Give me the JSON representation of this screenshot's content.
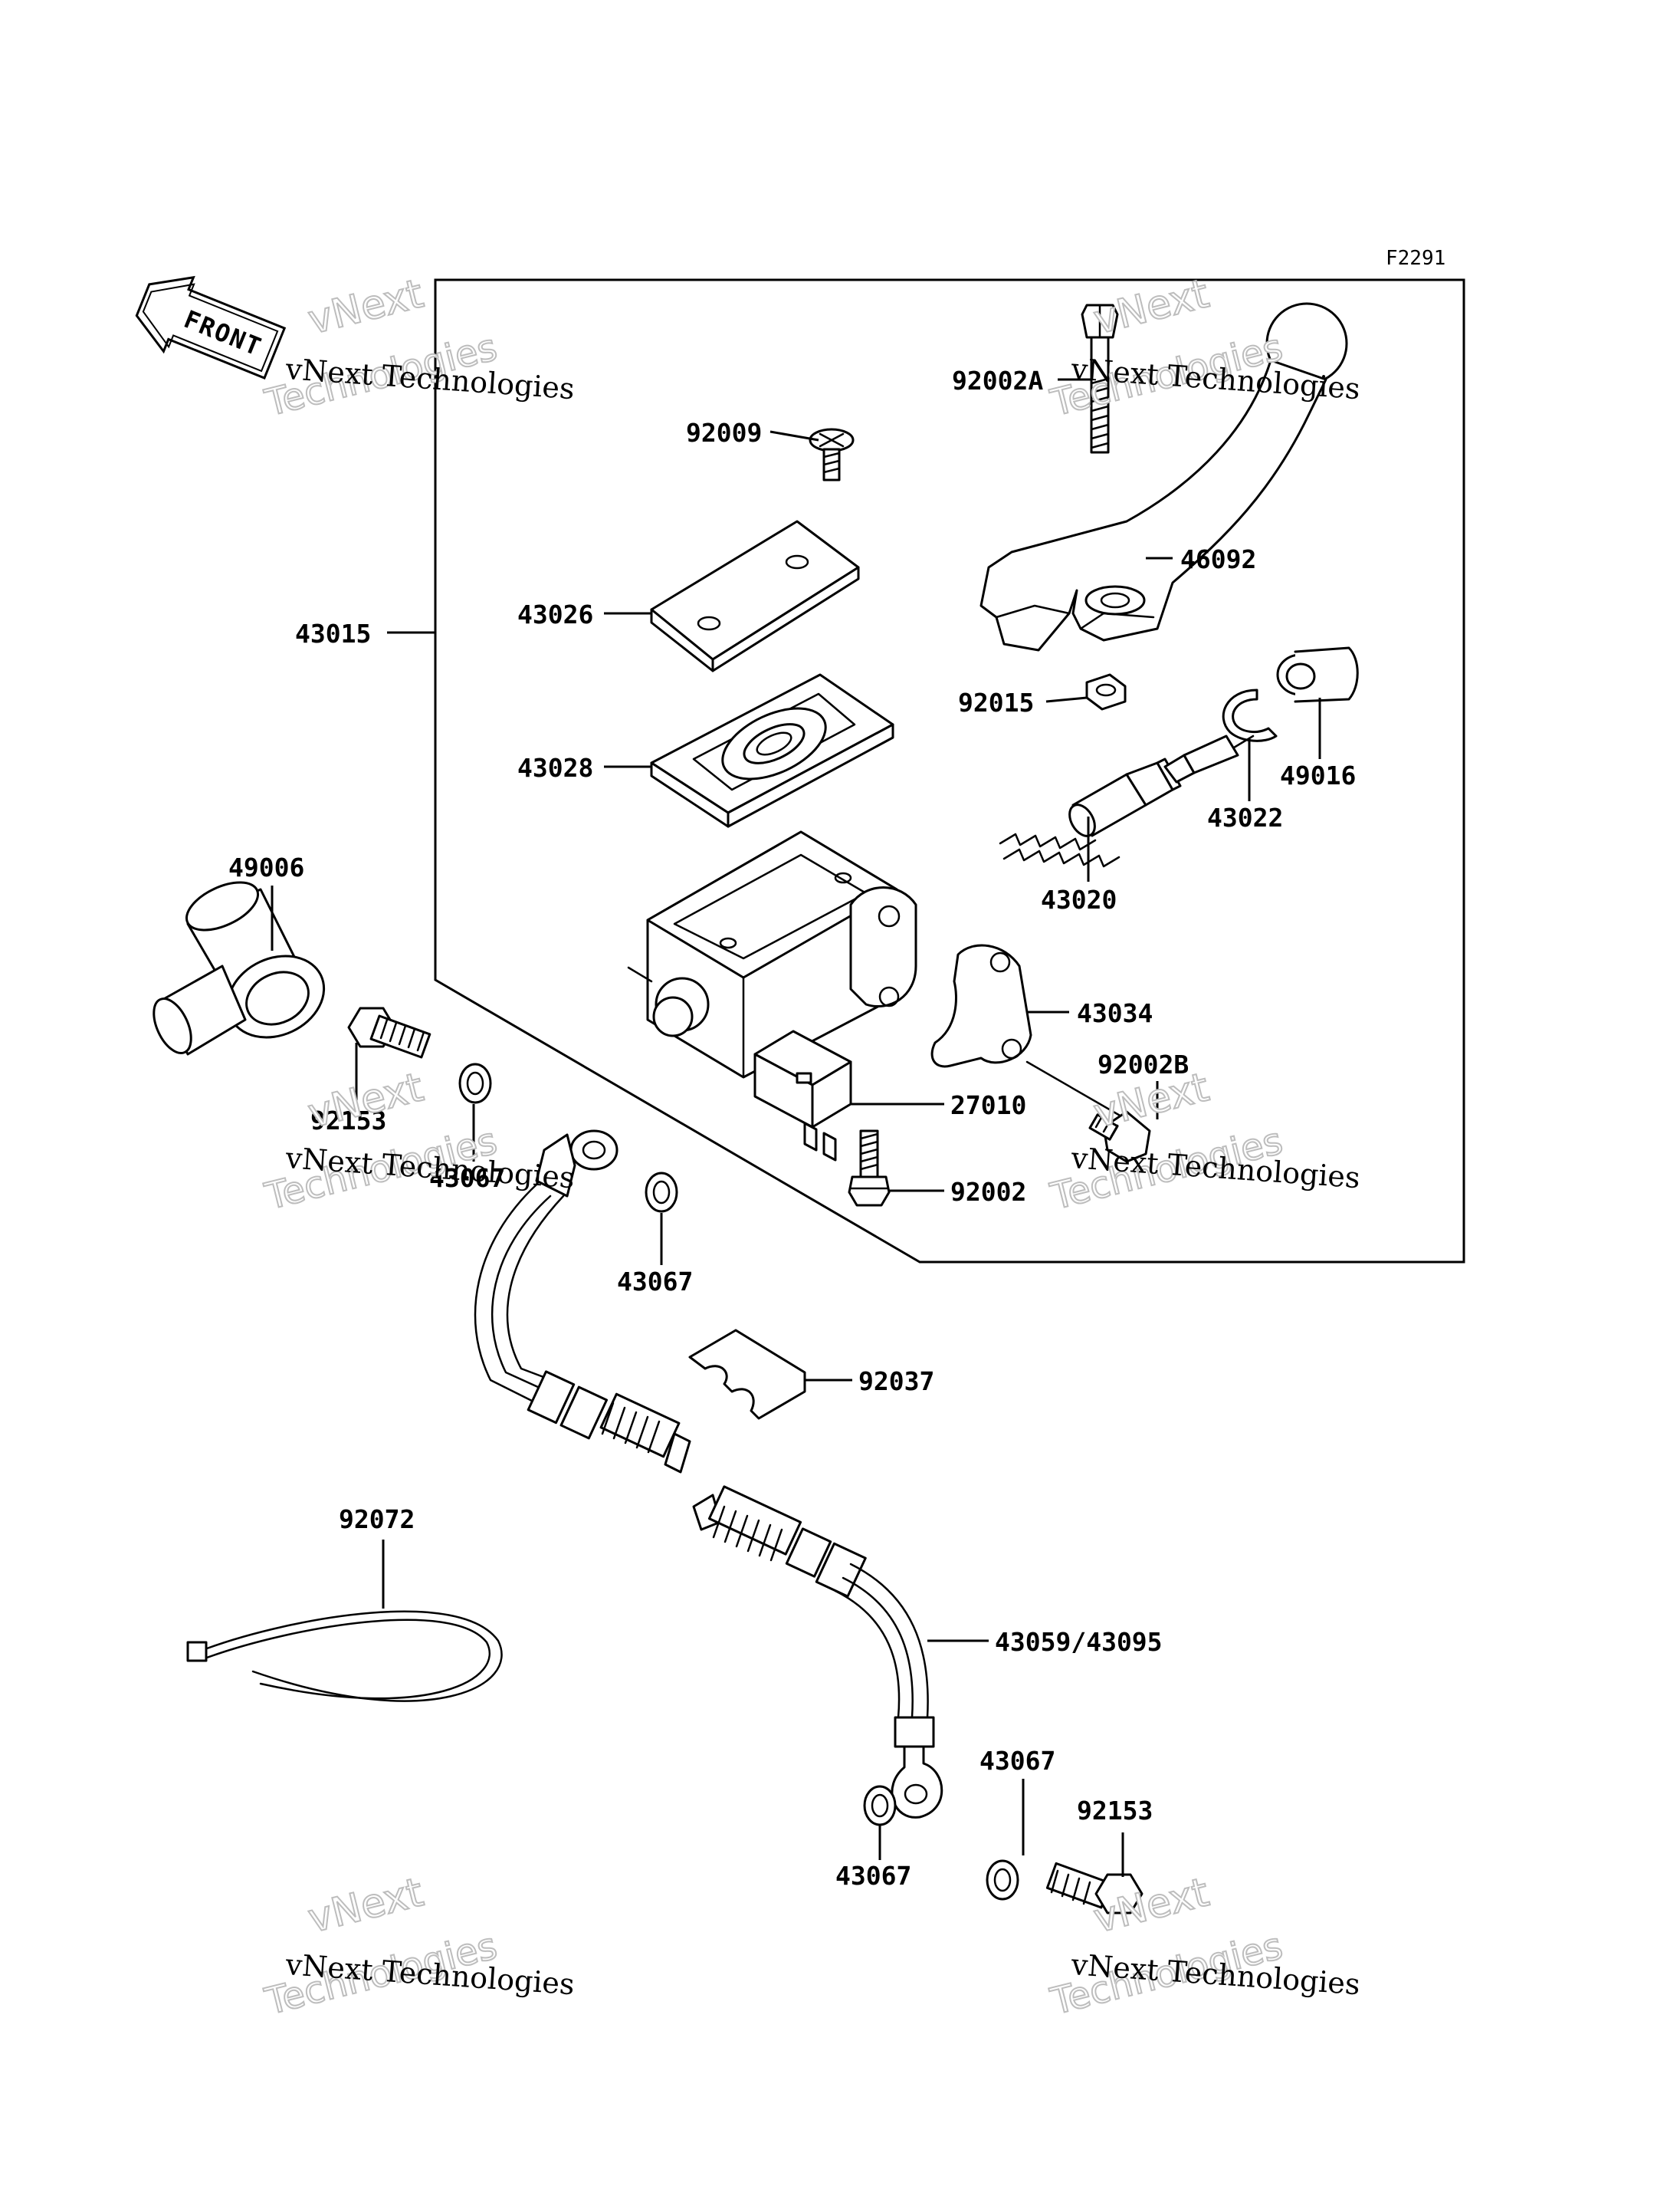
{
  "figure_code": "F2291",
  "front_label": "FRONT",
  "watermark": {
    "line1": "vNext",
    "line2": "vNext Technologies",
    "line3": "Technologies"
  },
  "parts": {
    "p43015": "43015",
    "p92002A": "92002A",
    "p92009": "92009",
    "p46092": "46092",
    "p43026": "43026",
    "p43028": "43028",
    "p92015": "92015",
    "p49016": "49016",
    "p43022": "43022",
    "p43020": "43020",
    "p49006": "49006",
    "p43034": "43034",
    "p92002B": "92002B",
    "p27010": "27010",
    "p92153a": "92153",
    "p49067": "43067",
    "p92002": "92002",
    "p43067a": "43067",
    "p92037": "92037",
    "p92072": "92072",
    "p43059": "43059/43095",
    "p43067b": "43067",
    "p92153b": "92153",
    "p43067c": "43067"
  }
}
